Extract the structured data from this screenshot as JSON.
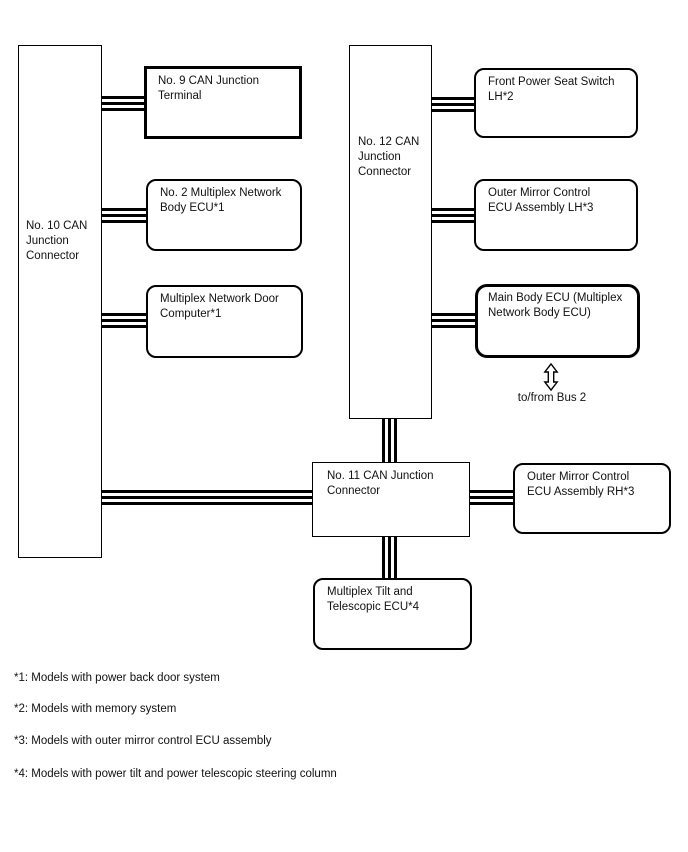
{
  "diagram": {
    "title_hint": "CAN communication system diagram",
    "nodes": {
      "no10": {
        "label": "No. 10 CAN\nJunction\nConnector"
      },
      "no9": {
        "label": "No. 9 CAN Junction\nTerminal"
      },
      "no2_multiplex": {
        "label": "No. 2 Multiplex Network\nBody ECU*1"
      },
      "multiplex_door": {
        "label": "Multiplex Network Door\nComputer*1"
      },
      "no12": {
        "label": "No. 12 CAN\nJunction\nConnector"
      },
      "front_power_seat": {
        "label": "Front Power Seat Switch\nLH*2"
      },
      "outer_mirror_lh": {
        "label": "Outer Mirror Control\nECU Assembly LH*3"
      },
      "main_body_ecu": {
        "label": "Main Body ECU (Multiplex\nNetwork Body ECU)"
      },
      "no11": {
        "label": "No. 11 CAN Junction\nConnector"
      },
      "outer_mirror_rh": {
        "label": "Outer Mirror Control\nECU Assembly RH*3"
      },
      "tilt_telescopic": {
        "label": "Multiplex Tilt and\nTelescopic ECU*4"
      }
    },
    "bus2_arrow_label": "to/from Bus 2",
    "footnotes": [
      "*1: Models with power back door system",
      "*2: Models with memory system",
      "*3: Models with outer mirror control ECU assembly",
      "*4: Models with power tilt and power telescopic steering column"
    ],
    "colors": {
      "line": "#000000",
      "background": "#ffffff",
      "text": "#111111"
    }
  }
}
